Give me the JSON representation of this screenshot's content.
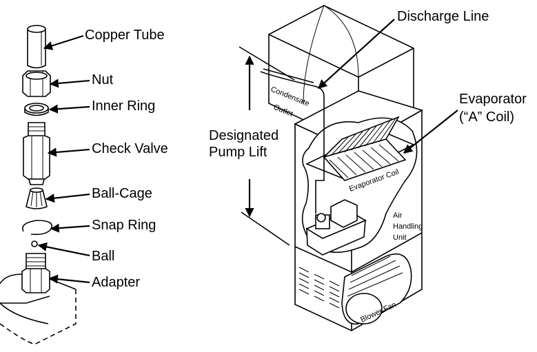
{
  "left_parts": {
    "copper_tube": "Copper Tube",
    "nut": "Nut",
    "inner_ring": "Inner Ring",
    "check_valve": "Check Valve",
    "ball_cage": "Ball-Cage",
    "snap_ring": "Snap Ring",
    "ball": "Ball",
    "adapter": "Adapter"
  },
  "right_unit": {
    "discharge_line": "Discharge Line",
    "evaporator_line1": "Evaporator",
    "evaporator_line2": "(“A” Coil)",
    "designated_line1": "Designated",
    "designated_line2": "Pump Lift",
    "condensate": "Condensate",
    "outlet": "Outlet",
    "evaporator_coil": "Evaporator Coil",
    "air_line1": "Air",
    "air_line2": "Handling",
    "air_line3": "Unit",
    "blower_fan": "Blower Fan"
  }
}
